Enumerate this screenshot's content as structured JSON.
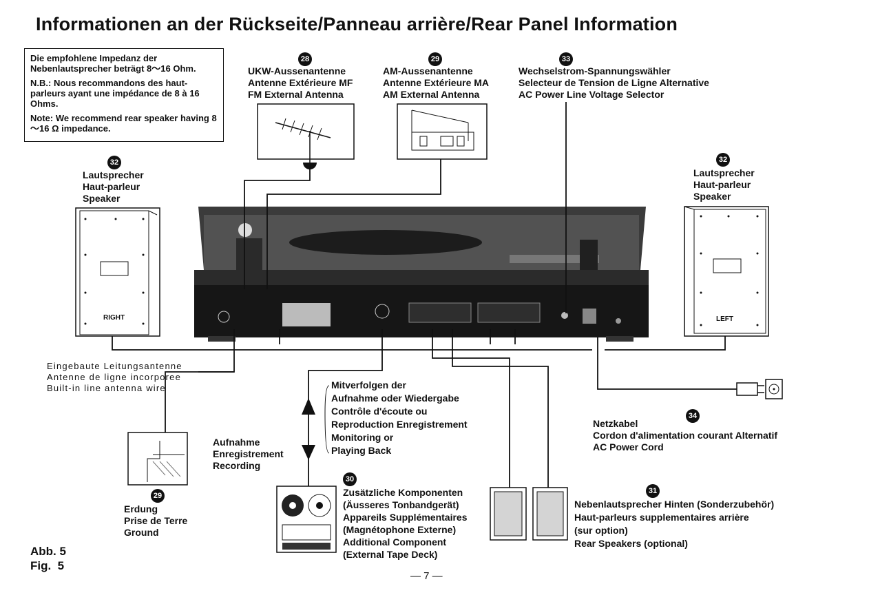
{
  "title": "Informationen an der Rückseite/Panneau arrière/Rear Panel Information",
  "note": {
    "de": "Die empfohlene Impedanz der Nebenlautsprecher beträgt 8～16 Ohm.",
    "fr": "N.B.: Nous recommandons des haut-parleurs ayant une impédance de 8 à 16 Ohms.",
    "en": "Note: We recommend rear speaker having 8～16 Ω impedance."
  },
  "fm_antenna": {
    "num": "28",
    "lines": [
      "UKW-Aussenantenne",
      "Antenne Extérieure MF",
      "FM External Antenna"
    ]
  },
  "am_antenna": {
    "num": "29",
    "lines": [
      "AM-Aussenantenne",
      "Antenne Extérieure MA",
      "AM External Antenna"
    ]
  },
  "voltage": {
    "num": "33",
    "lines": [
      "Wechselstrom-Spannungswähler",
      "Selecteur de Tension de Ligne Alternative",
      "AC Power Line Voltage Selector"
    ]
  },
  "speaker_right": {
    "num": "32",
    "lines": [
      "Lautsprecher",
      "Haut-parleur",
      "Speaker"
    ],
    "panel_label": "RIGHT"
  },
  "speaker_left": {
    "num": "32",
    "lines": [
      "Lautsprecher",
      "Haut-parleur",
      "Speaker"
    ],
    "panel_label": "LEFT"
  },
  "line_antenna": {
    "lines": [
      "Eingebaute Leitungsantenne",
      "Antenne de ligne incorporee",
      "Built-in line antenna wire"
    ]
  },
  "monitoring": {
    "lines": [
      "Mitverfolgen der",
      "Aufnahme oder Wiedergabe",
      "Contrôle d'écoute ou",
      "Reproduction Enregistrement",
      "Monitoring or",
      "Playing Back"
    ]
  },
  "recording": {
    "lines": [
      "Aufnahme",
      "Enregistrement",
      "Recording"
    ]
  },
  "ground": {
    "num": "29",
    "lines": [
      "Erdung",
      "Prise de Terre",
      "Ground"
    ]
  },
  "power_cord": {
    "num": "34",
    "lines": [
      "Netzkabel",
      "Cordon d'alimentation courant Alternatif",
      "AC Power Cord"
    ]
  },
  "tape_deck": {
    "num": "30",
    "lines": [
      "Zusätzliche Komponenten",
      "(Äusseres Tonbandgerät)",
      "Appareils Supplémentaires",
      "(Magnétophone Externe)",
      "Additional Component",
      "(External Tape Deck)"
    ]
  },
  "rear_speakers": {
    "num": "31",
    "lines": [
      "Nebenlautsprecher Hinten (Sonderzubehör)",
      "Haut-parleurs supplementaires arrière",
      "(sur option)",
      "Rear Speakers (optional)"
    ]
  },
  "figure": {
    "de": "Abb. 5",
    "en": "Fig.  5"
  },
  "page_number": "— 7 —"
}
